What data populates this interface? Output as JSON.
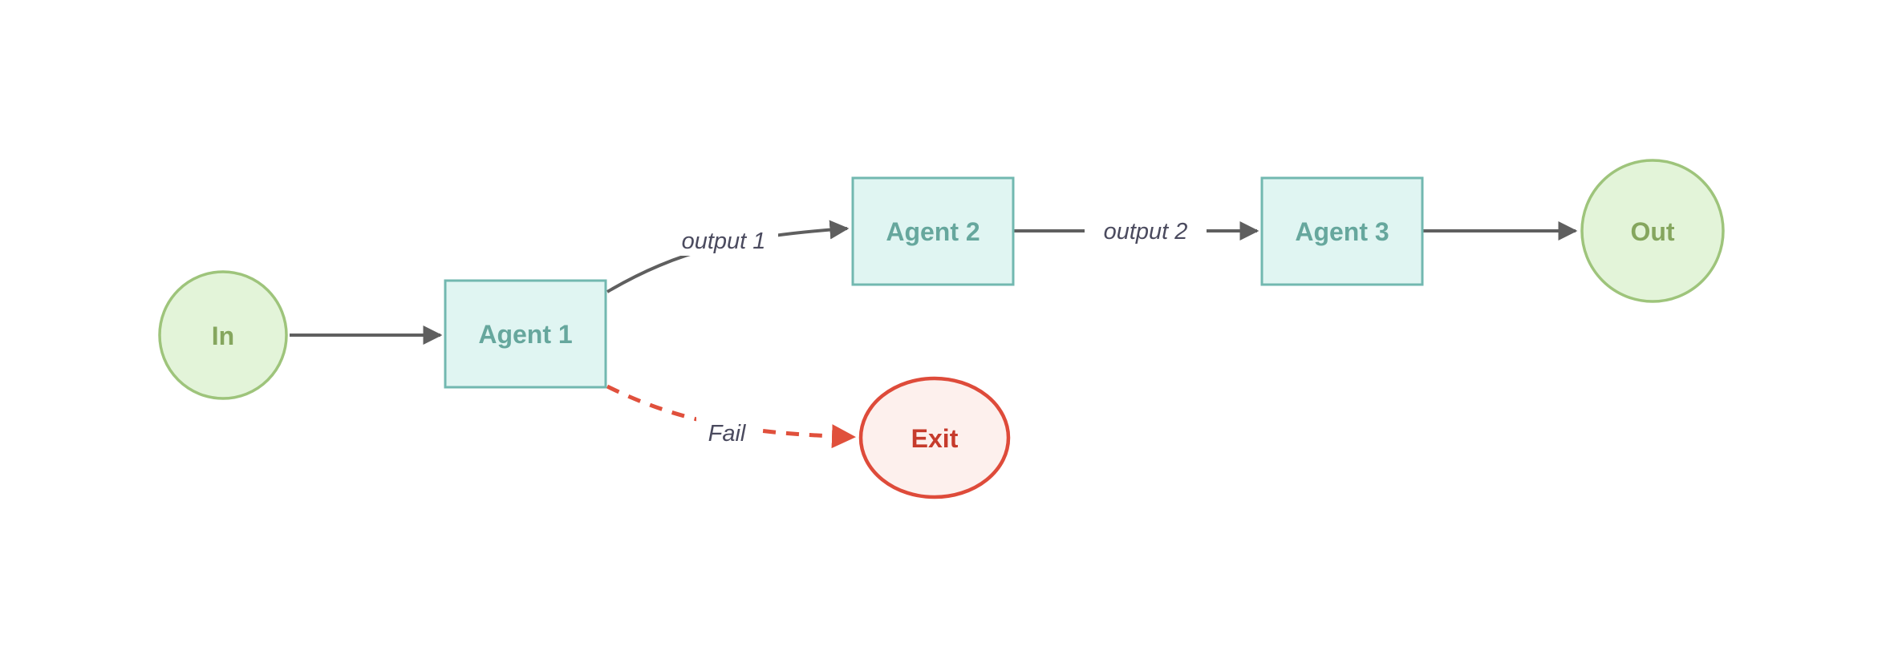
{
  "diagram": {
    "type": "flowchart",
    "direction": "left-to-right",
    "colors": {
      "background": "#ffffff",
      "edge_stroke": "#5f5f5f",
      "edge_label_text": "#4a4a5e",
      "fail_edge_stroke": "#e0503c",
      "start_end_fill": "#e3f4d9",
      "start_end_stroke": "#9ec47b",
      "start_end_text": "#85a65e",
      "agent_fill": "#e0f5f2",
      "agent_stroke": "#72b8b0",
      "agent_text": "#66a79d",
      "exit_fill": "#fdf0ed",
      "exit_stroke": "#de4b3a",
      "exit_text": "#c63b2c"
    },
    "nodes": {
      "in": {
        "label": "In",
        "shape": "circle"
      },
      "agent1": {
        "label": "Agent 1",
        "shape": "rect"
      },
      "agent2": {
        "label": "Agent 2",
        "shape": "rect"
      },
      "agent3": {
        "label": "Agent 3",
        "shape": "rect"
      },
      "out": {
        "label": "Out",
        "shape": "circle"
      },
      "exit": {
        "label": "Exit",
        "shape": "ellipse"
      }
    },
    "edges": {
      "in_to_agent1": {
        "from": "In",
        "to": "Agent 1",
        "label": "",
        "style": "solid"
      },
      "agent1_to_agent2": {
        "from": "Agent 1",
        "to": "Agent 2",
        "label": "output 1",
        "style": "solid"
      },
      "agent2_to_agent3": {
        "from": "Agent 2",
        "to": "Agent 3",
        "label": "output 2",
        "style": "solid"
      },
      "agent3_to_out": {
        "from": "Agent 3",
        "to": "Out",
        "label": "",
        "style": "solid"
      },
      "agent1_to_exit": {
        "from": "Agent 1",
        "to": "Exit",
        "label": "Fail",
        "style": "dashed"
      }
    }
  }
}
